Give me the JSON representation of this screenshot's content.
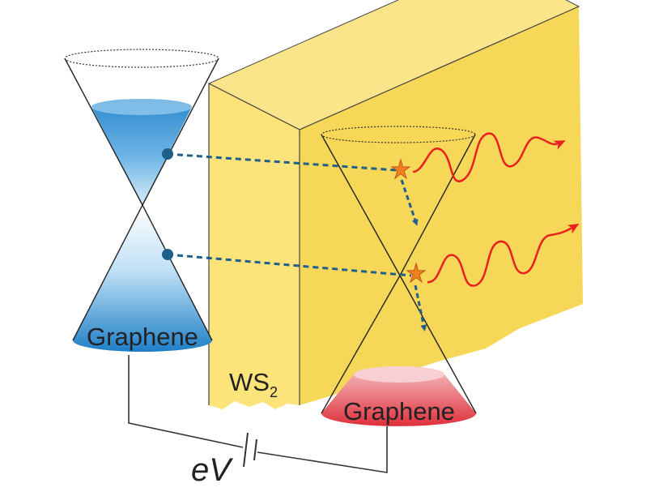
{
  "labels": {
    "left_cone": "Graphene",
    "right_cone": "Graphene",
    "barrier": "WS",
    "barrier_subscript": "2",
    "bias": "eV"
  },
  "colors": {
    "barrier_front": "#fce37a",
    "barrier_side": "#f7d757",
    "barrier_top": "#fbe58a",
    "left_cone_fill": "#2d8fd4",
    "right_cone_fill": "#e23a45",
    "tunneling_path": "#1f5f8b",
    "photon": "#e8201e",
    "emission_star": "#f0821e"
  }
}
